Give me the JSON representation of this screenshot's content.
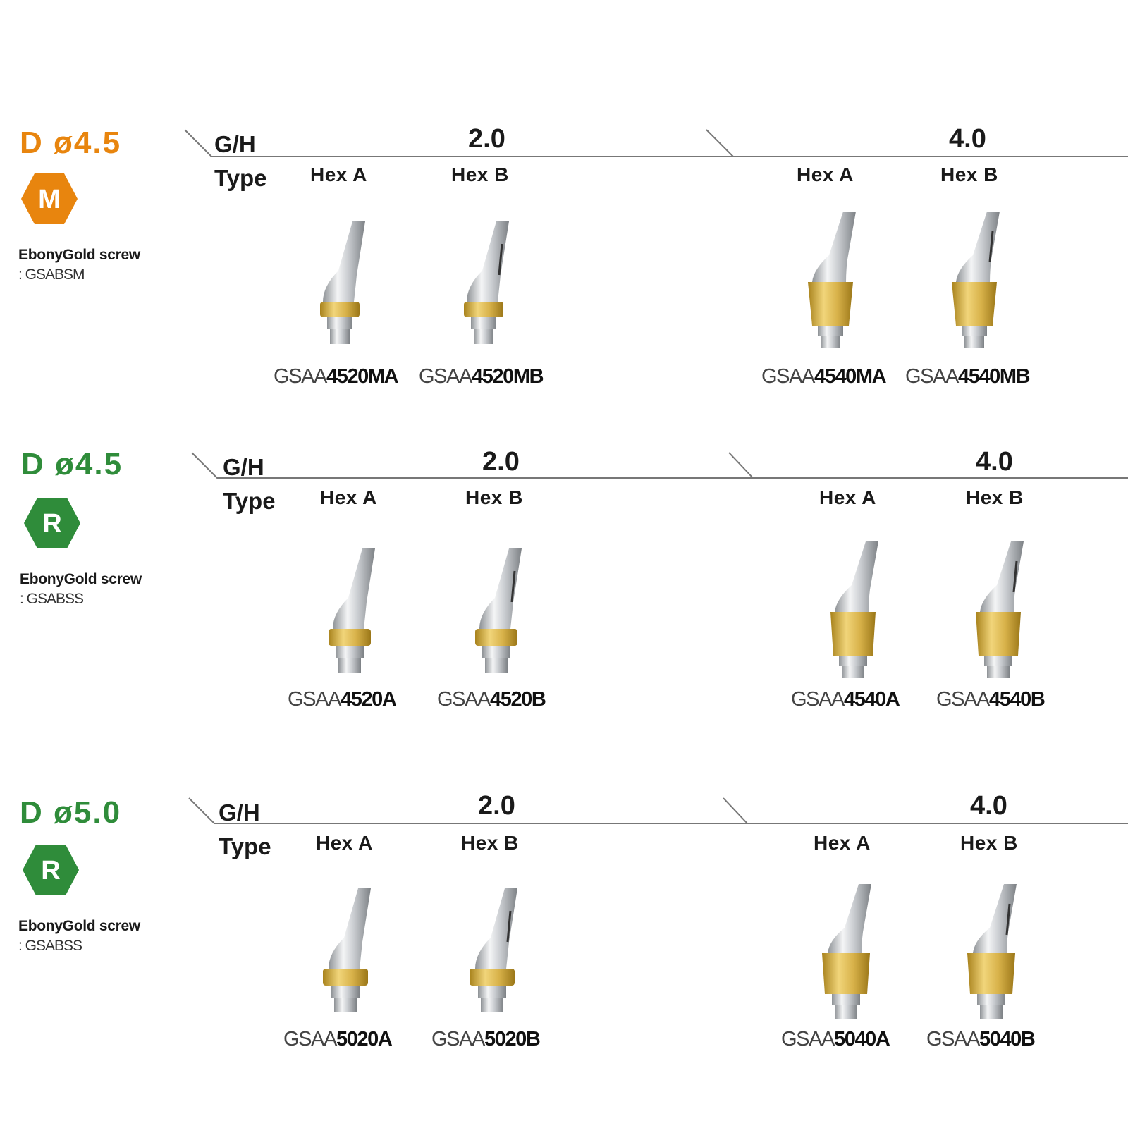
{
  "sections": [
    {
      "diameter": "D ø4.5",
      "color": "#e8850e",
      "badge": "M",
      "screw_title": "EbonyGold screw",
      "screw_code": ": GSABSM",
      "gh_label": "G/H",
      "type_label": "Type",
      "groups": [
        {
          "height": "2.0",
          "hexes": [
            "Hex A",
            "Hex B"
          ],
          "codes": [
            {
              "prefix": "GSAA",
              "suffix": "4520MA"
            },
            {
              "prefix": "GSAA",
              "suffix": "4520MB"
            }
          ]
        },
        {
          "height": "4.0",
          "hexes": [
            "Hex A",
            "Hex B"
          ],
          "codes": [
            {
              "prefix": "GSAA",
              "suffix": "4540MA"
            },
            {
              "prefix": "GSAA",
              "suffix": "4540MB"
            }
          ]
        }
      ]
    },
    {
      "diameter": "D ø4.5",
      "color": "#2f8c3a",
      "badge": "R",
      "screw_title": "EbonyGold screw",
      "screw_code": ": GSABSS",
      "gh_label": "G/H",
      "type_label": "Type",
      "groups": [
        {
          "height": "2.0",
          "hexes": [
            "Hex A",
            "Hex B"
          ],
          "codes": [
            {
              "prefix": "GSAA",
              "suffix": "4520A"
            },
            {
              "prefix": "GSAA",
              "suffix": "4520B"
            }
          ]
        },
        {
          "height": "4.0",
          "hexes": [
            "Hex A",
            "Hex B"
          ],
          "codes": [
            {
              "prefix": "GSAA",
              "suffix": "4540A"
            },
            {
              "prefix": "GSAA",
              "suffix": "4540B"
            }
          ]
        }
      ]
    },
    {
      "diameter": "D ø5.0",
      "color": "#2f8c3a",
      "badge": "R",
      "screw_title": "EbonyGold screw",
      "screw_code": ": GSABSS",
      "gh_label": "G/H",
      "type_label": "Type",
      "groups": [
        {
          "height": "2.0",
          "hexes": [
            "Hex A",
            "Hex B"
          ],
          "codes": [
            {
              "prefix": "GSAA",
              "suffix": "5020A"
            },
            {
              "prefix": "GSAA",
              "suffix": "5020B"
            }
          ]
        },
        {
          "height": "4.0",
          "hexes": [
            "Hex A",
            "Hex B"
          ],
          "codes": [
            {
              "prefix": "GSAA",
              "suffix": "5040A"
            },
            {
              "prefix": "GSAA",
              "suffix": "5040B"
            }
          ]
        }
      ]
    }
  ]
}
